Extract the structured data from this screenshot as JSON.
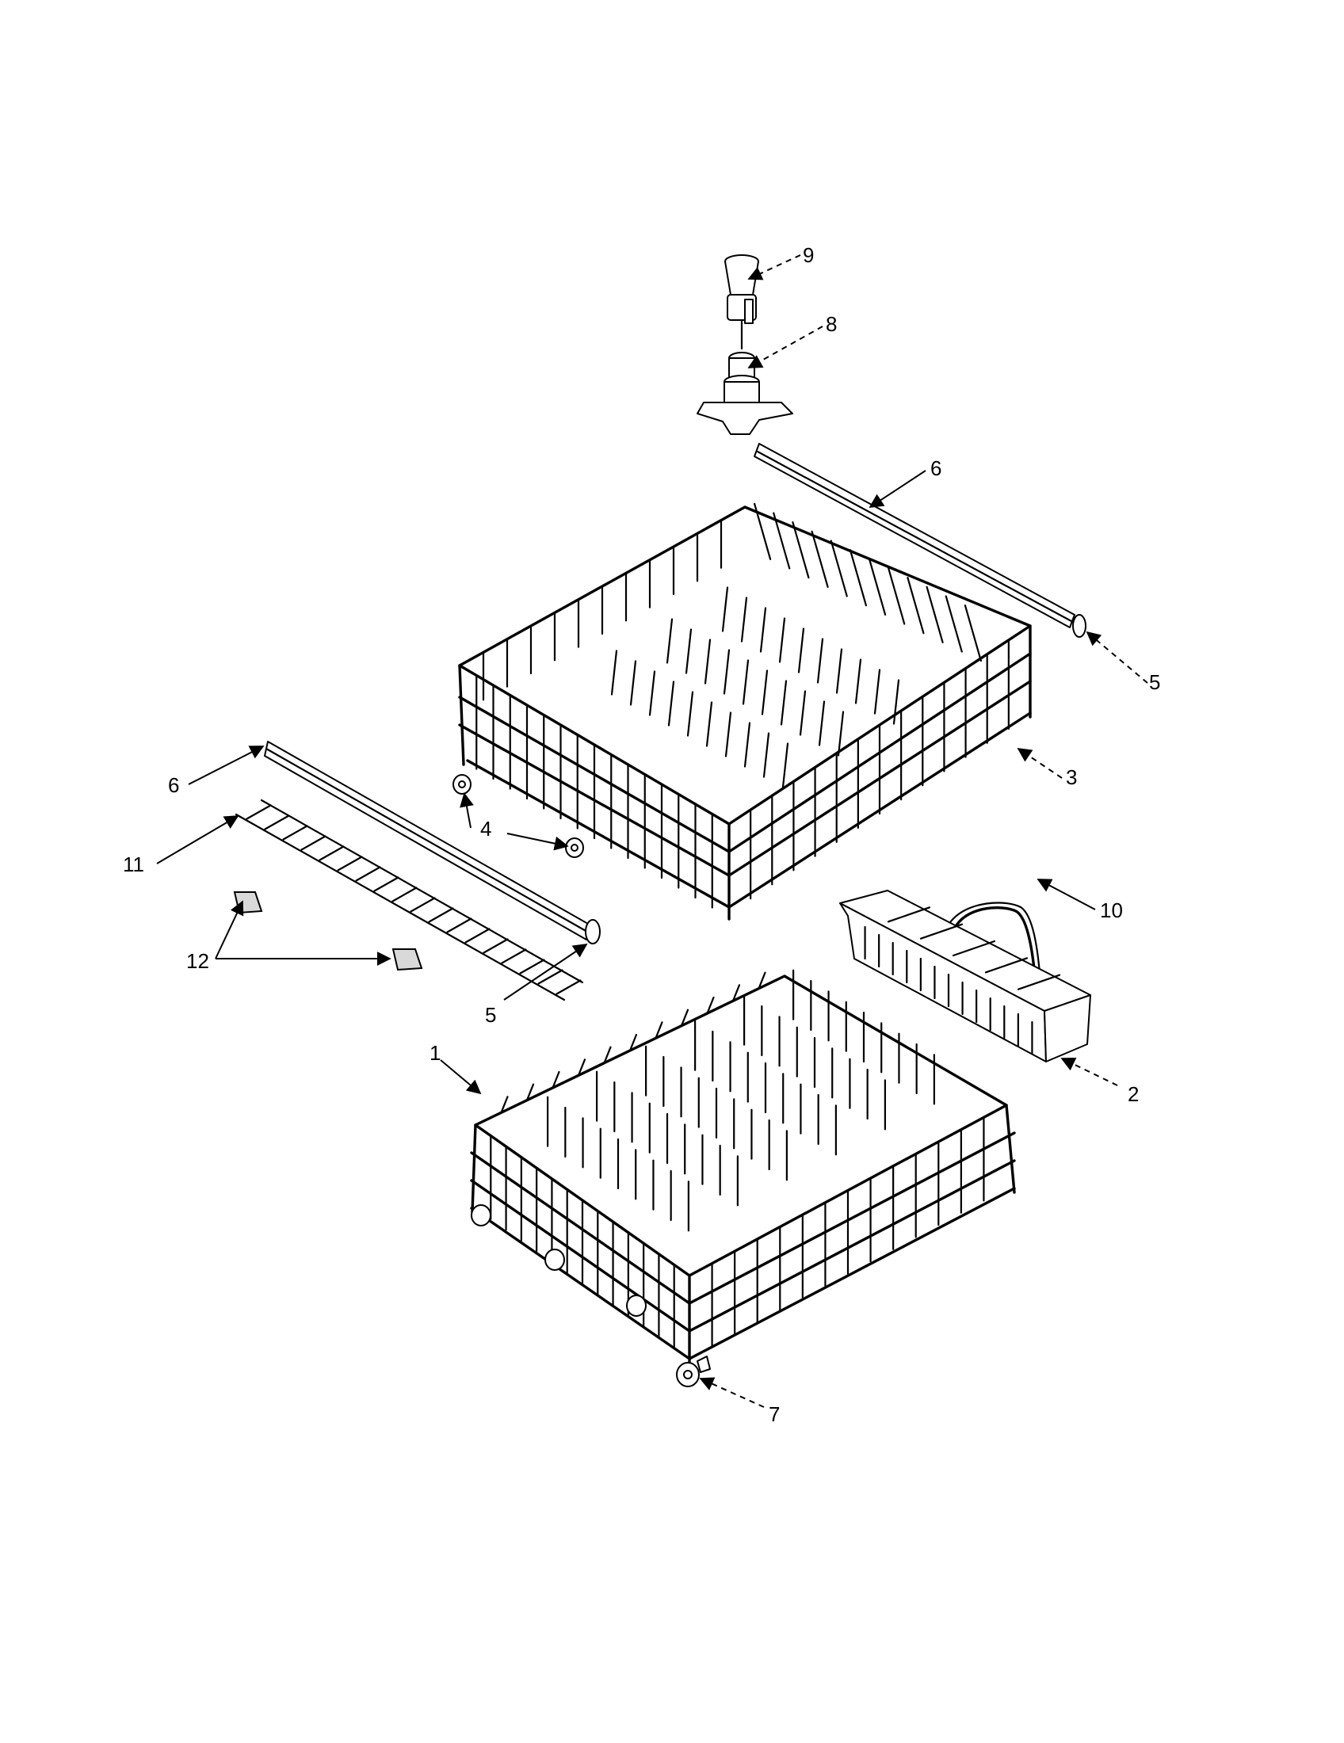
{
  "callouts": {
    "c1": "1",
    "c2": "2",
    "c3": "3",
    "c4": "4",
    "c5a": "5",
    "c5b": "5",
    "c6a": "6",
    "c6b": "6",
    "c7": "7",
    "c8": "8",
    "c9": "9",
    "c10": "10",
    "c11": "11",
    "c12": "12"
  }
}
